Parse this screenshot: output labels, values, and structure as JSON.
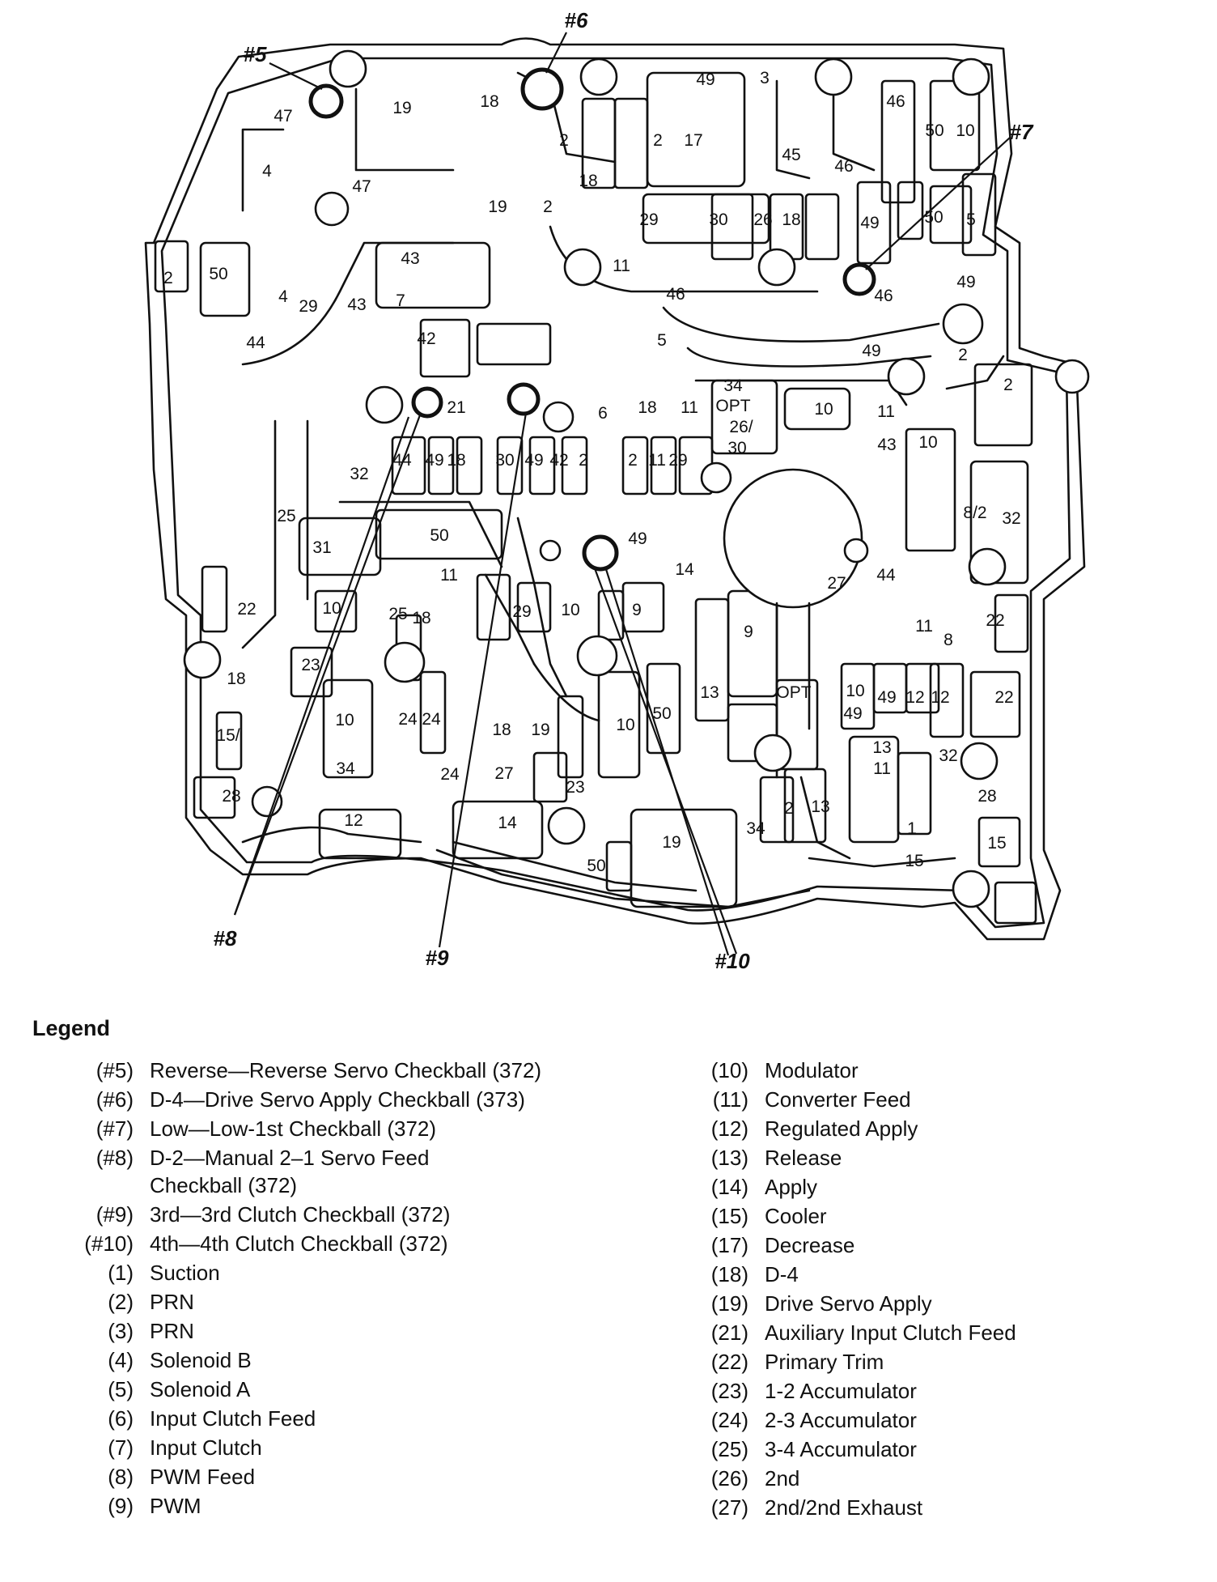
{
  "diagram": {
    "callouts": [
      "#5",
      "#6",
      "#7",
      "#8",
      "#9",
      "#10"
    ],
    "passage_labels": [
      "47",
      "19",
      "18",
      "49",
      "3",
      "46",
      "50",
      "10",
      "4",
      "46",
      "2",
      "2",
      "17",
      "45",
      "47",
      "19",
      "2",
      "18",
      "29",
      "30",
      "26",
      "18",
      "49",
      "50",
      "5",
      "49",
      "2",
      "50",
      "43",
      "7",
      "11",
      "46",
      "46",
      "4",
      "43",
      "29",
      "44",
      "42",
      "5",
      "49",
      "2",
      "34",
      "OPT",
      "26/",
      "30",
      "21",
      "6",
      "18",
      "11",
      "10",
      "11",
      "2",
      "10",
      "43",
      "44",
      "49",
      "18",
      "30",
      "49",
      "42",
      "2",
      "2",
      "11",
      "29",
      "32",
      "25",
      "50",
      "31",
      "49",
      "8/2",
      "32",
      "11",
      "14",
      "27",
      "44",
      "22",
      "10",
      "25",
      "18",
      "29",
      "10",
      "9",
      "9",
      "11",
      "8",
      "22",
      "23",
      "18",
      "10",
      "24",
      "24",
      "18",
      "19",
      "10",
      "50",
      "13",
      "OPT",
      "10",
      "49",
      "49",
      "12",
      "12",
      "22",
      "15/",
      "13",
      "11",
      "32",
      "24",
      "27",
      "34",
      "23",
      "28",
      "28",
      "12",
      "14",
      "2",
      "13",
      "34",
      "1",
      "15",
      "19",
      "15",
      "50"
    ]
  },
  "legend": {
    "title": "Legend",
    "left": [
      {
        "code": "(#5)",
        "desc": "Reverse—Reverse Servo Checkball (372)"
      },
      {
        "code": "(#6)",
        "desc": "D-4—Drive Servo Apply Checkball (373)"
      },
      {
        "code": "(#7)",
        "desc": "Low—Low-1st Checkball (372)"
      },
      {
        "code": "(#8)",
        "desc": "D-2—Manual 2–1 Servo Feed\nCheckball (372)"
      },
      {
        "code": "(#9)",
        "desc": "3rd—3rd Clutch Checkball (372)"
      },
      {
        "code": "(#10)",
        "desc": "4th—4th Clutch Checkball (372)"
      },
      {
        "code": "(1)",
        "desc": "Suction"
      },
      {
        "code": "(2)",
        "desc": "PRN"
      },
      {
        "code": "(3)",
        "desc": "PRN"
      },
      {
        "code": "(4)",
        "desc": "Solenoid B"
      },
      {
        "code": "(5)",
        "desc": "Solenoid A"
      },
      {
        "code": "(6)",
        "desc": "Input Clutch Feed"
      },
      {
        "code": "(7)",
        "desc": "Input Clutch"
      },
      {
        "code": "(8)",
        "desc": "PWM Feed"
      },
      {
        "code": "(9)",
        "desc": "PWM"
      }
    ],
    "right": [
      {
        "code": "(10)",
        "desc": "Modulator"
      },
      {
        "code": "(11)",
        "desc": "Converter Feed"
      },
      {
        "code": "(12)",
        "desc": "Regulated Apply"
      },
      {
        "code": "(13)",
        "desc": "Release"
      },
      {
        "code": "(14)",
        "desc": "Apply"
      },
      {
        "code": "(15)",
        "desc": "Cooler"
      },
      {
        "code": "(17)",
        "desc": "Decrease"
      },
      {
        "code": "(18)",
        "desc": "D-4"
      },
      {
        "code": "(19)",
        "desc": "Drive Servo Apply"
      },
      {
        "code": "(21)",
        "desc": "Auxiliary Input Clutch Feed"
      },
      {
        "code": "(22)",
        "desc": "Primary Trim"
      },
      {
        "code": "(23)",
        "desc": "1-2 Accumulator"
      },
      {
        "code": "(24)",
        "desc": "2-3 Accumulator"
      },
      {
        "code": "(25)",
        "desc": "3-4 Accumulator"
      },
      {
        "code": "(26)",
        "desc": "2nd"
      },
      {
        "code": "(27)",
        "desc": "2nd/2nd Exhaust"
      }
    ]
  }
}
